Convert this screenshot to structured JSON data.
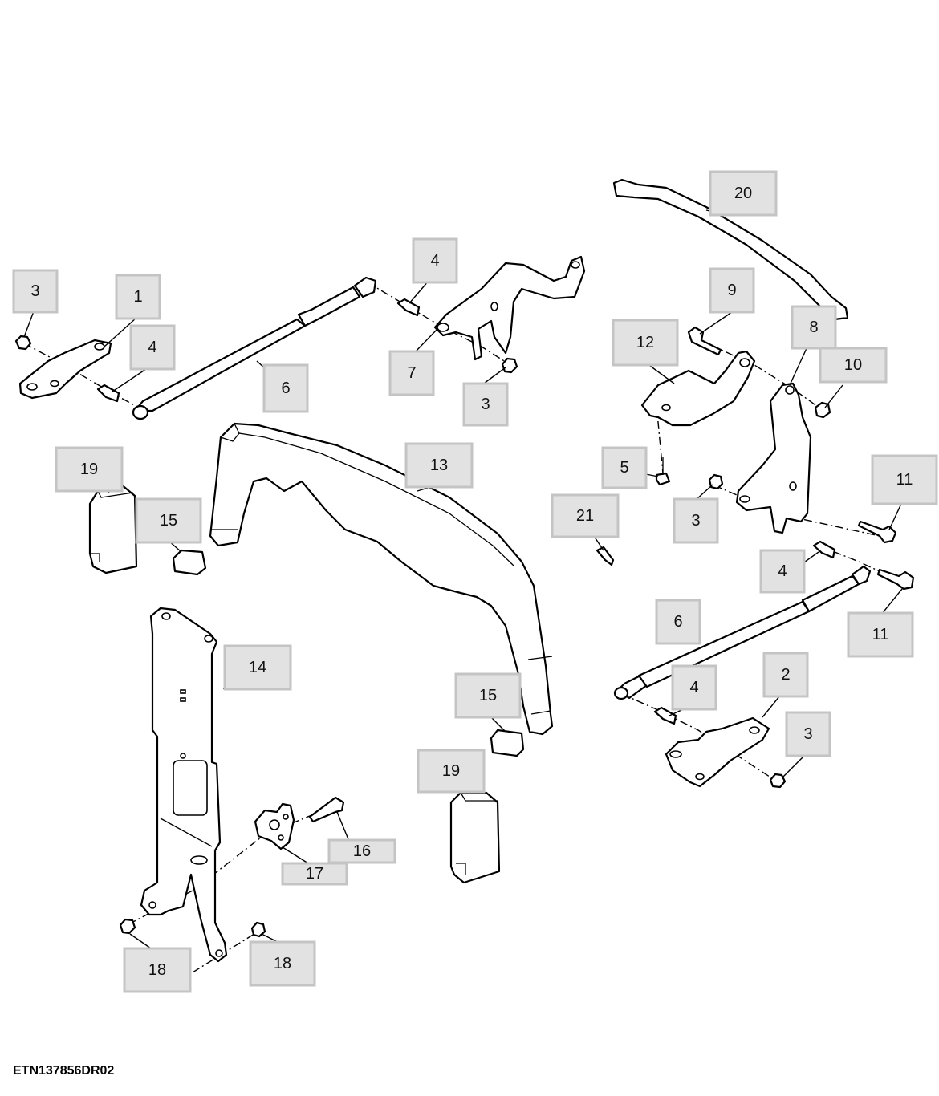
{
  "figure_id": "ETN137856DR02",
  "callouts": [
    {
      "label": "3"
    },
    {
      "label": "1"
    },
    {
      "label": "4"
    },
    {
      "label": "6"
    },
    {
      "label": "4"
    },
    {
      "label": "7"
    },
    {
      "label": "3"
    },
    {
      "label": "20"
    },
    {
      "label": "9"
    },
    {
      "label": "12"
    },
    {
      "label": "8"
    },
    {
      "label": "10"
    },
    {
      "label": "19"
    },
    {
      "label": "15"
    },
    {
      "label": "13"
    },
    {
      "label": "5"
    },
    {
      "label": "21"
    },
    {
      "label": "3"
    },
    {
      "label": "11"
    },
    {
      "label": "4"
    },
    {
      "label": "11"
    },
    {
      "label": "6"
    },
    {
      "label": "14"
    },
    {
      "label": "15"
    },
    {
      "label": "4"
    },
    {
      "label": "2"
    },
    {
      "label": "3"
    },
    {
      "label": "19"
    },
    {
      "label": "16"
    },
    {
      "label": "17"
    },
    {
      "label": "18"
    },
    {
      "label": "18"
    }
  ]
}
